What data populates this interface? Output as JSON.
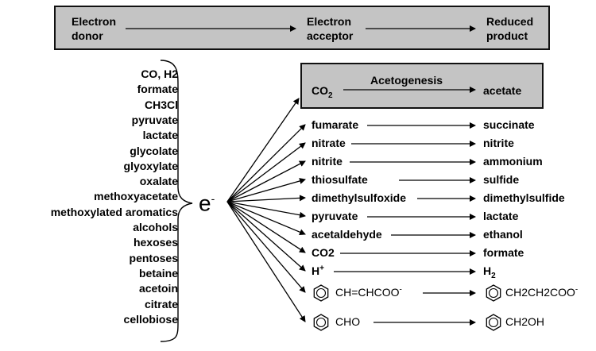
{
  "header": {
    "donor_line1": "Electron",
    "donor_line2": "donor",
    "acceptor_line1": "Electron",
    "acceptor_line2": "acceptor",
    "product_line1": "Reduced",
    "product_line2": "product"
  },
  "donors": [
    "CO, H2",
    "formate",
    "CH3Cl",
    "pyruvate",
    "lactate",
    "glycolate",
    "glyoxylate",
    "oxalate",
    "methoxyacetate",
    "methoxylated aromatics",
    "alcohols",
    "hexoses",
    "pentoses",
    "betaine",
    "acetoin",
    "citrate",
    "cellobiose"
  ],
  "electron": {
    "symbol": "e",
    "charge": "-"
  },
  "acetogenesis": {
    "title": "Acetogenesis",
    "acceptor": "CO2",
    "product": "acetate"
  },
  "reactions": [
    {
      "acceptor": "fumarate",
      "product": "succinate"
    },
    {
      "acceptor": "nitrate",
      "product": "nitrite"
    },
    {
      "acceptor": "nitrite",
      "product": "ammonium"
    },
    {
      "acceptor": "thiosulfate",
      "product": "sulfide"
    },
    {
      "acceptor": "dimethylsulfoxide",
      "product": "dimethylsulfide"
    },
    {
      "acceptor": "pyruvate",
      "product": "lactate"
    },
    {
      "acceptor": "acetaldehyde",
      "product": "ethanol"
    },
    {
      "acceptor": "CO2",
      "product": "formate"
    },
    {
      "acceptor": "H+",
      "product": "H2"
    },
    {
      "acceptor": "CH=CHCOO-",
      "product": "CH2CH2COO-"
    },
    {
      "acceptor": "CHO",
      "product": "CH2OH"
    }
  ],
  "colors": {
    "box_fill": "#c4c4c4",
    "line": "#000000"
  }
}
